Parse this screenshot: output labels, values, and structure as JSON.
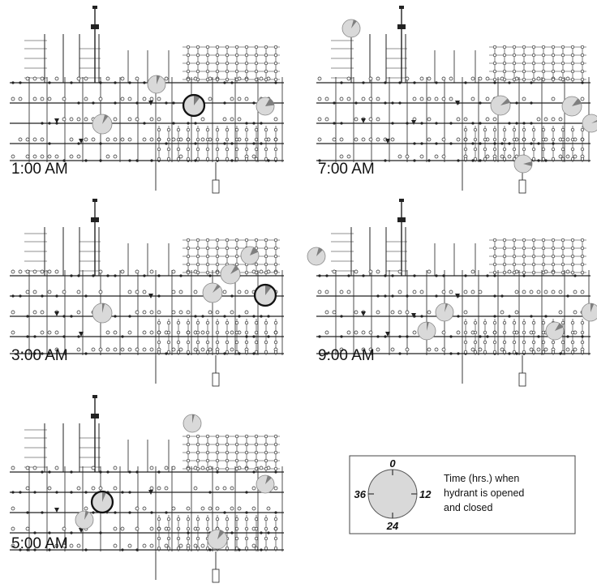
{
  "panels": [
    {
      "label": "1:00 AM"
    },
    {
      "label": "7:00 AM"
    },
    {
      "label": "3:00 AM"
    },
    {
      "label": "9:00 AM"
    },
    {
      "label": "5:00 AM"
    }
  ],
  "legend": {
    "tick_top": "0",
    "tick_right": "12",
    "tick_bottom": "24",
    "tick_left": "36",
    "text_line1": "Time (hrs.) when",
    "text_line2": "hydrant is opened",
    "text_line3": "and closed"
  },
  "colors": {
    "pipe": "#222222",
    "pie_fill": "#d9d9d9",
    "pie_wedge": "#7f7f7f",
    "active_ring": "#111111"
  }
}
